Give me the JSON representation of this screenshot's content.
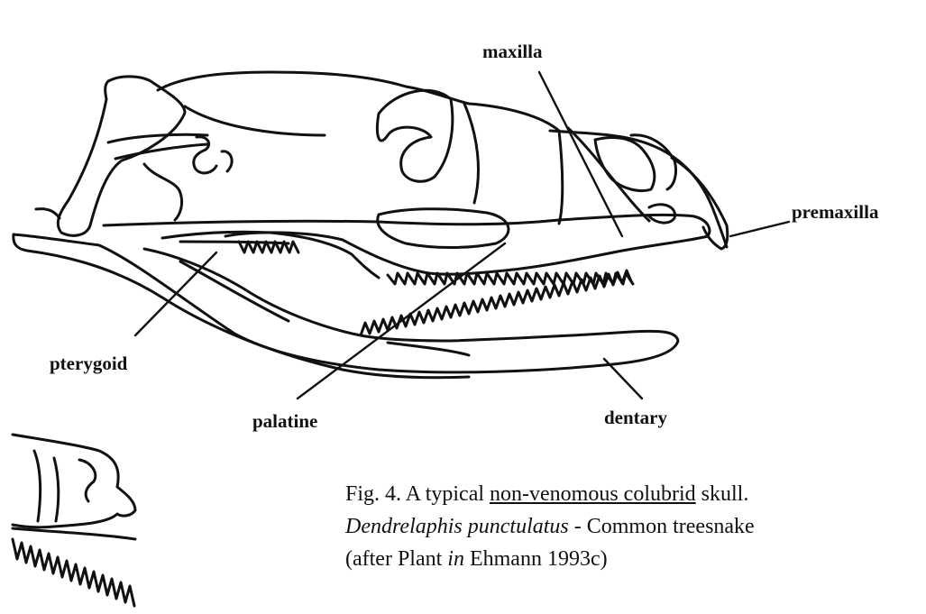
{
  "labels": {
    "maxilla": "maxilla",
    "premaxilla": "premaxilla",
    "pterygoid": "pterygoid",
    "palatine": "palatine",
    "dentary": "dentary"
  },
  "caption": {
    "line1_prefix": "Fig. 4. A typical ",
    "line1_underlined": "non-venomous colubrid",
    "line1_suffix": " skull.",
    "line2_species": "Dendrelaphis punctulatus",
    "line2_common": " - Common treesnake",
    "line3_prefix": "(after Plant ",
    "line3_italic": "in",
    "line3_suffix": " Ehmann 1993c)"
  }
}
